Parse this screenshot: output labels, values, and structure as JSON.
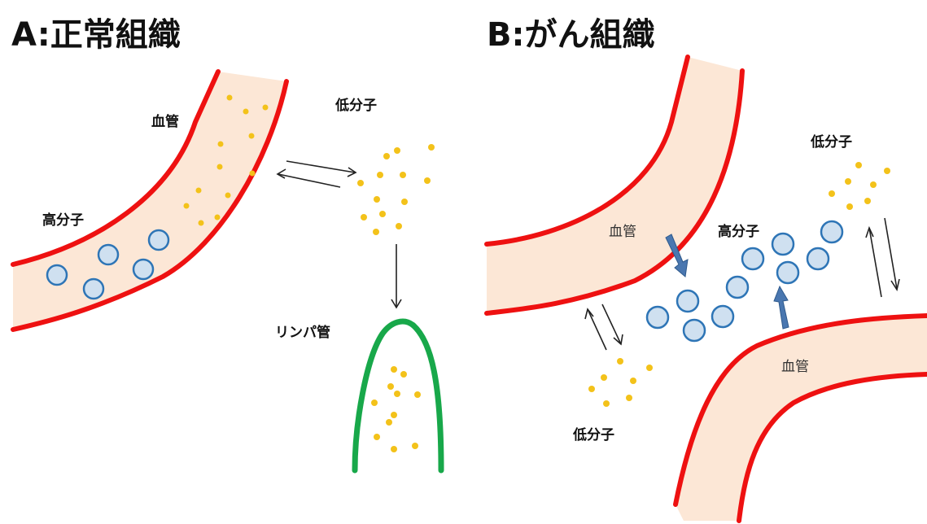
{
  "panel_a": {
    "title": "A:正常組織",
    "labels": {
      "vessel": "血管",
      "low_molecule": "低分子",
      "high_molecule": "高分子",
      "lymph_vessel": "リンパ管"
    }
  },
  "panel_b": {
    "title": "B:がん組織",
    "labels": {
      "vessel_top": "血管",
      "vessel_bottom": "血管",
      "low_molecule_top": "低分子",
      "low_molecule_bottom": "低分子",
      "high_molecule": "高分子"
    }
  },
  "colors": {
    "vessel_wall": "#ee1111",
    "vessel_fill": "#fce7d6",
    "lymph_vessel": "#18a84a",
    "high_molecule": "#2e75b6",
    "low_molecule": "#f3c21a",
    "permeation_arrow": "#4a77b0"
  }
}
